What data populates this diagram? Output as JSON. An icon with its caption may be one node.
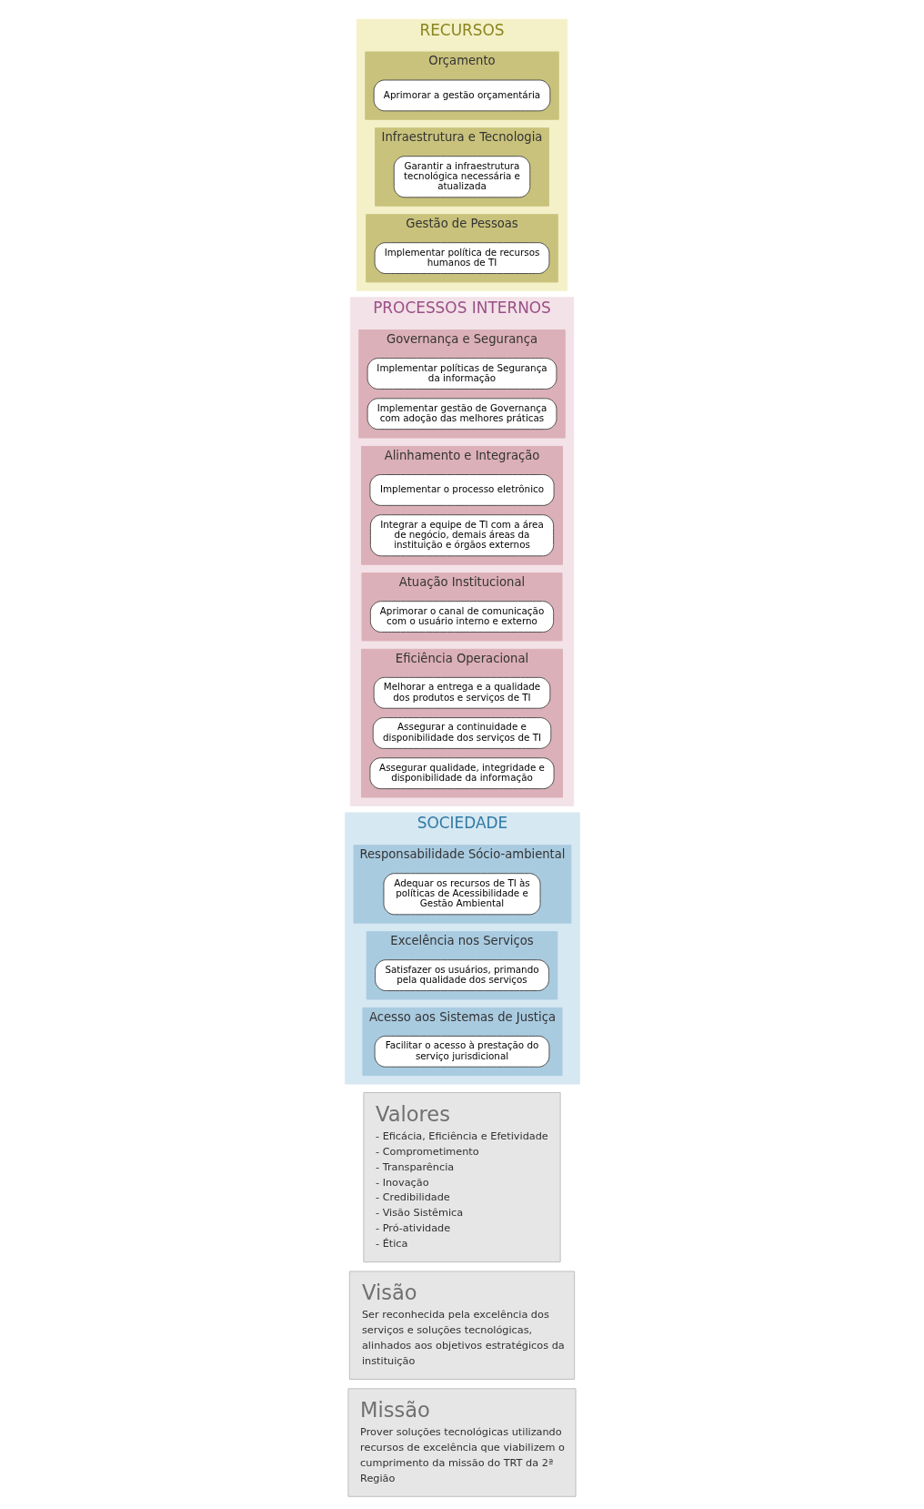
{
  "diagram": {
    "nodes": [
      {
        "text": [
          "Missão",
          "Prover soluções tecnológicas utilizando recursos de excelência que viabilizem o cumprimento da missão do TRT da 2ª Região"
        ]
      },
      {
        "text": [
          "Visão",
          "Ser reconhecida pela excelência dos serviços e soluções tecnológicas, alinhados aos objetivos estratégicos da instituição"
        ]
      },
      {
        "text": [
          "Valores",
          "- Eficácia, Eficiência e Efetividade",
          "- Comprometimento",
          "- Transparência",
          "- Inovação",
          "- Credibilidade",
          "- Visão Sistêmica",
          "- Pró-atividade",
          "- Ética"
        ]
      },
      {
        "text": [
          "SOCIEDADE"
        ]
      },
      {
        "text": [
          "Responsabilidade Sócio-ambiental"
        ],
        "in": 3
      },
      {
        "text": [
          "Adequar os recursos de TI às políticas de Acessibilidade e Gestão Ambiental"
        ],
        "in": 4
      },
      {
        "text": [
          "Excelência nos Serviços"
        ],
        "in": 3
      },
      {
        "text": [
          "Satisfazer os usuários, primando pela qualidade dos serviços"
        ],
        "in": 6
      },
      {
        "text": [
          "Acesso aos Sistemas de Justiça"
        ],
        "in": 3
      },
      {
        "text": [
          "Facilitar o acesso à prestação do serviço jurisdicional"
        ],
        "in": 8
      },
      {
        "text": [
          "PROCESSOS INTERNOS"
        ]
      },
      {
        "text": [
          "Governança e Segurança"
        ],
        "in": 10
      },
      {
        "text": [
          "Implementar políticas de Segurança da informação"
        ],
        "in": 11
      },
      {
        "text": [
          "Implementar gestão de Governança com adoção das melhores práticas"
        ],
        "in": 11
      },
      {
        "text": [
          "Alinhamento e Integração"
        ],
        "in": 10
      },
      {
        "text": [
          "Implementar o processo eletrônico"
        ],
        "in": 14
      },
      {
        "text": [
          "Integrar a equipe de TI com a área de negócio, demais áreas da instituição e órgãos externos"
        ],
        "in": 14
      },
      {
        "text": [
          "Atuação Institucional"
        ],
        "in": 10
      },
      {
        "text": [
          "Aprimorar o canal de comunicação com o usuário interno e externo"
        ],
        "in": 17
      },
      {
        "text": [
          "Eficiência Operacional"
        ],
        "in": 10
      },
      {
        "text": [
          "Melhorar a entrega e a qualidade dos produtos e serviços de TI"
        ],
        "in": 19
      },
      {
        "text": [
          "Assegurar a continuidade e disponibilidade dos serviços de TI"
        ],
        "in": 19
      },
      {
        "text": [
          "Assegurar qualidade, integridade e disponibilidade da informação"
        ],
        "in": 19
      },
      {
        "text": [
          "RECURSOS"
        ]
      },
      {
        "text": [
          "Orçamento"
        ],
        "in": 23
      },
      {
        "text": [
          "Aprimorar a gestão orçamentária"
        ],
        "in": 24
      },
      {
        "text": [
          "Infraestrutura e Tecnologia"
        ],
        "in": 23
      },
      {
        "text": [
          "Garantir a infraestrutura tecnológica necessária e atualizada"
        ],
        "in": 26
      },
      {
        "text": [
          "Gestão de Pessoas"
        ],
        "in": 23
      },
      {
        "text": [
          "Implementar política de recursos humanos de TI"
        ],
        "in": 28
      }
    ]
  }
}
